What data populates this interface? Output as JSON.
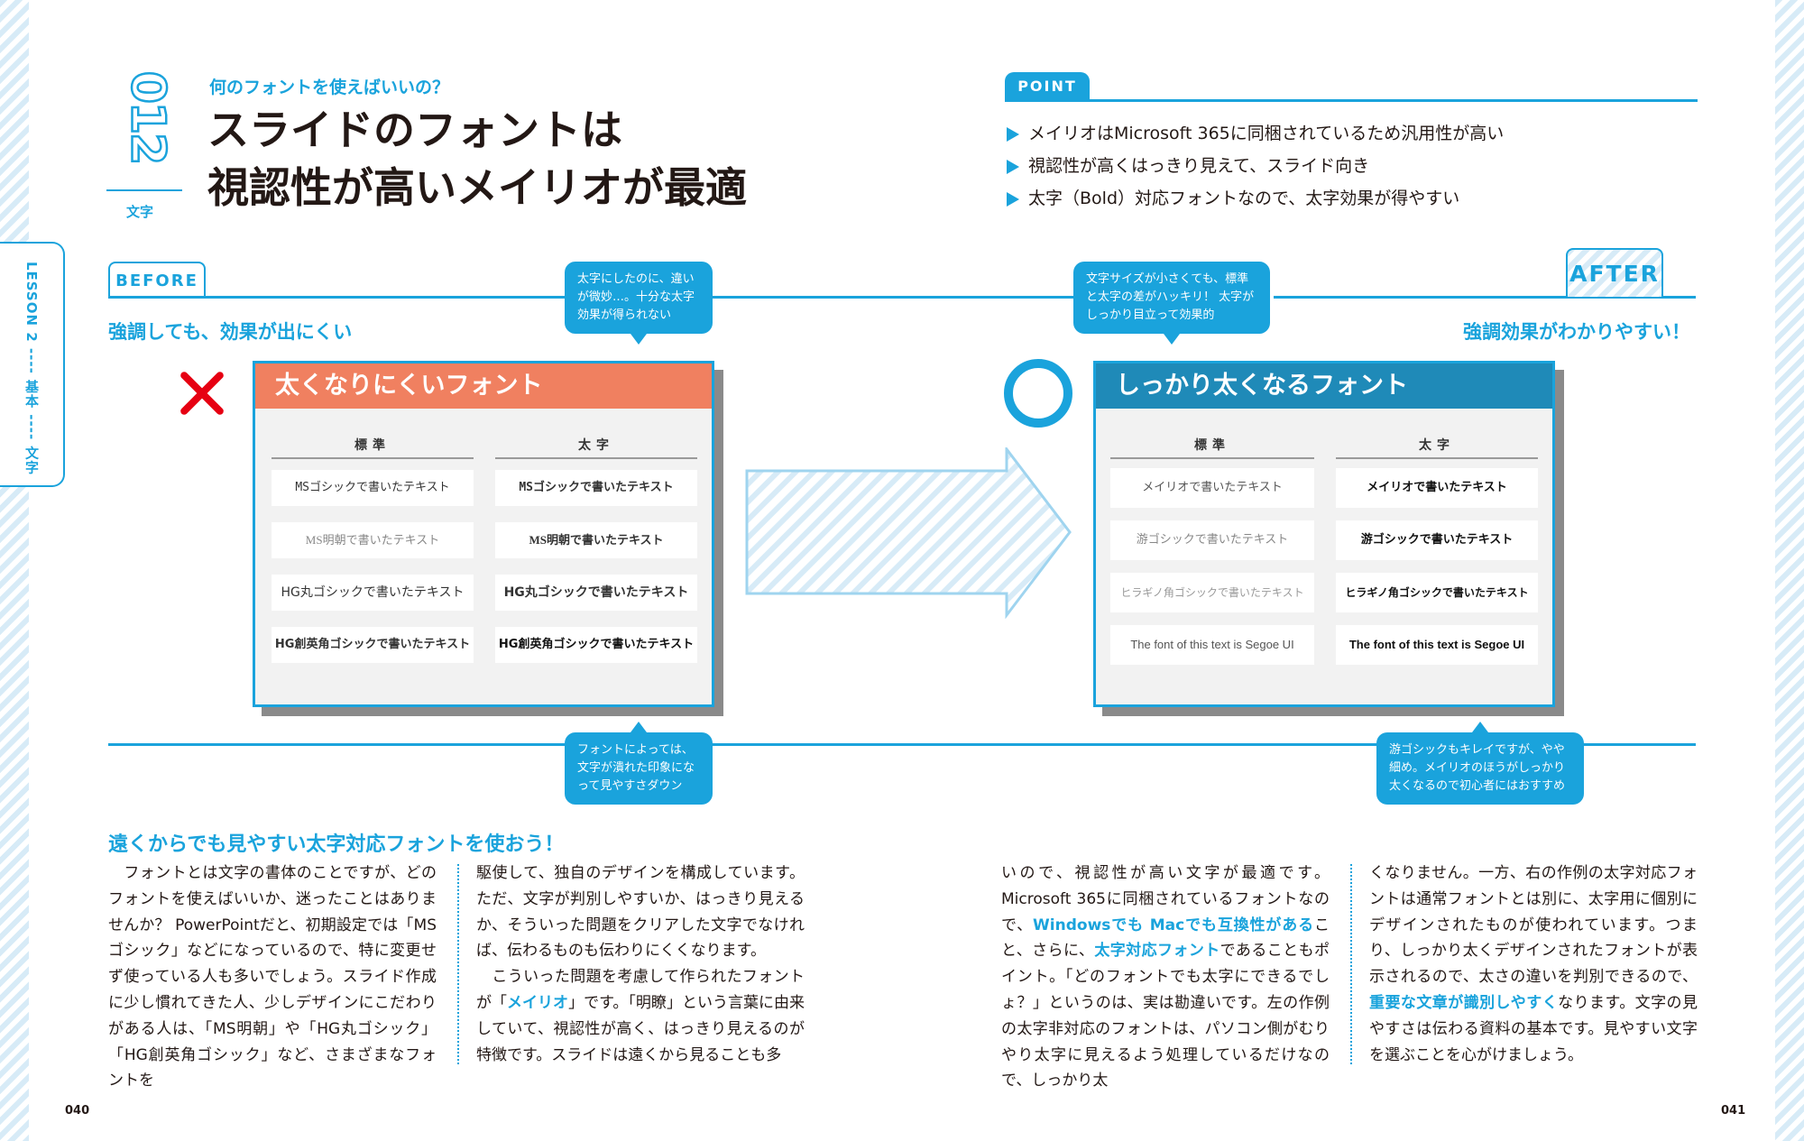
{
  "header": {
    "number": "012",
    "category": "文字",
    "kicker": "何のフォントを使えばいいの？",
    "title_line1": "スライドのフォントは",
    "title_line2": "視認性が高いメイリオが最適"
  },
  "point": {
    "label": "POINT",
    "items": [
      "メイリオはMicrosoft 365に同梱されているため汎用性が高い",
      "視認性が高くはっきり見えて、スライド向き",
      "太字（Bold）対応フォントなので、太字効果が得やすい"
    ]
  },
  "lesson_tab": "LESSON 2 ---- 基本 ---- 文字",
  "before": {
    "tag": "BEFORE",
    "subtitle": "強調しても、効果が出にくい",
    "bubble_top": "太字にしたのに、違いが微妙…。十分な太字効果が得られない",
    "bubble_bottom": "フォントによっては、文字が潰れた印象になって見やすさダウン",
    "panel_title": "太くなりにくいフォント",
    "col_normal": "標準",
    "col_bold": "太字",
    "rows": [
      "MSゴシックで書いたテキスト",
      "MS明朝で書いたテキスト",
      "HG丸ゴシックで書いたテキスト",
      "HG創英角ゴシックで書いたテキスト"
    ]
  },
  "after": {
    "tag": "AFTER",
    "subtitle": "強調効果がわかりやすい！",
    "bubble_top": "文字サイズが小さくても、標準と太字の差がハッキリ！ 太字がしっかり目立って効果的",
    "bubble_bottom": "游ゴシックもキレイですが、やや細め。メイリオのほうがしっかり太くなるので初心者にはおすすめ",
    "panel_title": "しっかり太くなるフォント",
    "col_normal": "標準",
    "col_bold": "太字",
    "rows": [
      "メイリオで書いたテキスト",
      "游ゴシックで書いたテキスト",
      "ヒラギノ角ゴシックで書いたテキスト",
      "The font of this text is Segoe UI"
    ]
  },
  "body": {
    "section_title": "遠くからでも見やすい太字対応フォントを使おう！",
    "col1": "　フォントとは文字の書体のことですが、どのフォントを使えばいいか、迷ったことはありませんか？ PowerPointだと、初期設定では「MSゴシック」などになっているので、特に変更せず使っている人も多いでしょう。スライド作成に少し慣れてきた人、少しデザインにこだわりがある人は、「MS明朝」や「HG丸ゴシック」「HG創英角ゴシック」など、さまざまなフォントを",
    "col2a": "駆使して、独自のデザインを構成しています。ただ、文字が判別しやすいか、はっきり見えるか、そういった問題をクリアした文字でなければ、伝わるものも伝わりにくくなります。",
    "col2b": "　こういった問題を考慮して作られたフォントが「",
    "col2_hl": "メイリオ",
    "col2c": "」です。「明瞭」という言葉に由来していて、視認性が高く、はっきり見えるのが特徴です。スライドは遠くから見ることも多",
    "col3a": "いので、視認性が高い文字が最適です。Microsoft 365に同梱されているフォントなので、",
    "col3_hl1": "Windowsでも Macでも互換性がある",
    "col3b": "こと、さらに、",
    "col3_hl2": "太字対応フォント",
    "col3c": "であることもポイント。「どのフォントでも太字にできるでしょ？」というのは、実は勘違いです。左の作例の太字非対応のフォントは、パソコン側がむりやり太字に見えるよう処理しているだけなので、しっかり太",
    "col4a": "くなりません。一方、右の作例の太字対応フォントは通常フォントとは別に、太字用に個別にデザインされたものが使われています。つまり、しっかり太くデザインされたフォントが表示されるので、太さの違いを判別できるので、",
    "col4_hl": "重要な文章が識別しやすく",
    "col4b": "なります。文字の見やすさは伝わる資料の基本です。見やすい文字を選ぶことを心がけましょう。"
  },
  "page_left": "040",
  "page_right": "041",
  "colors": {
    "accent": "#1aa3dc",
    "before_header": "#f08060",
    "after_header": "#1f8ab8",
    "cross": "#e60012"
  }
}
